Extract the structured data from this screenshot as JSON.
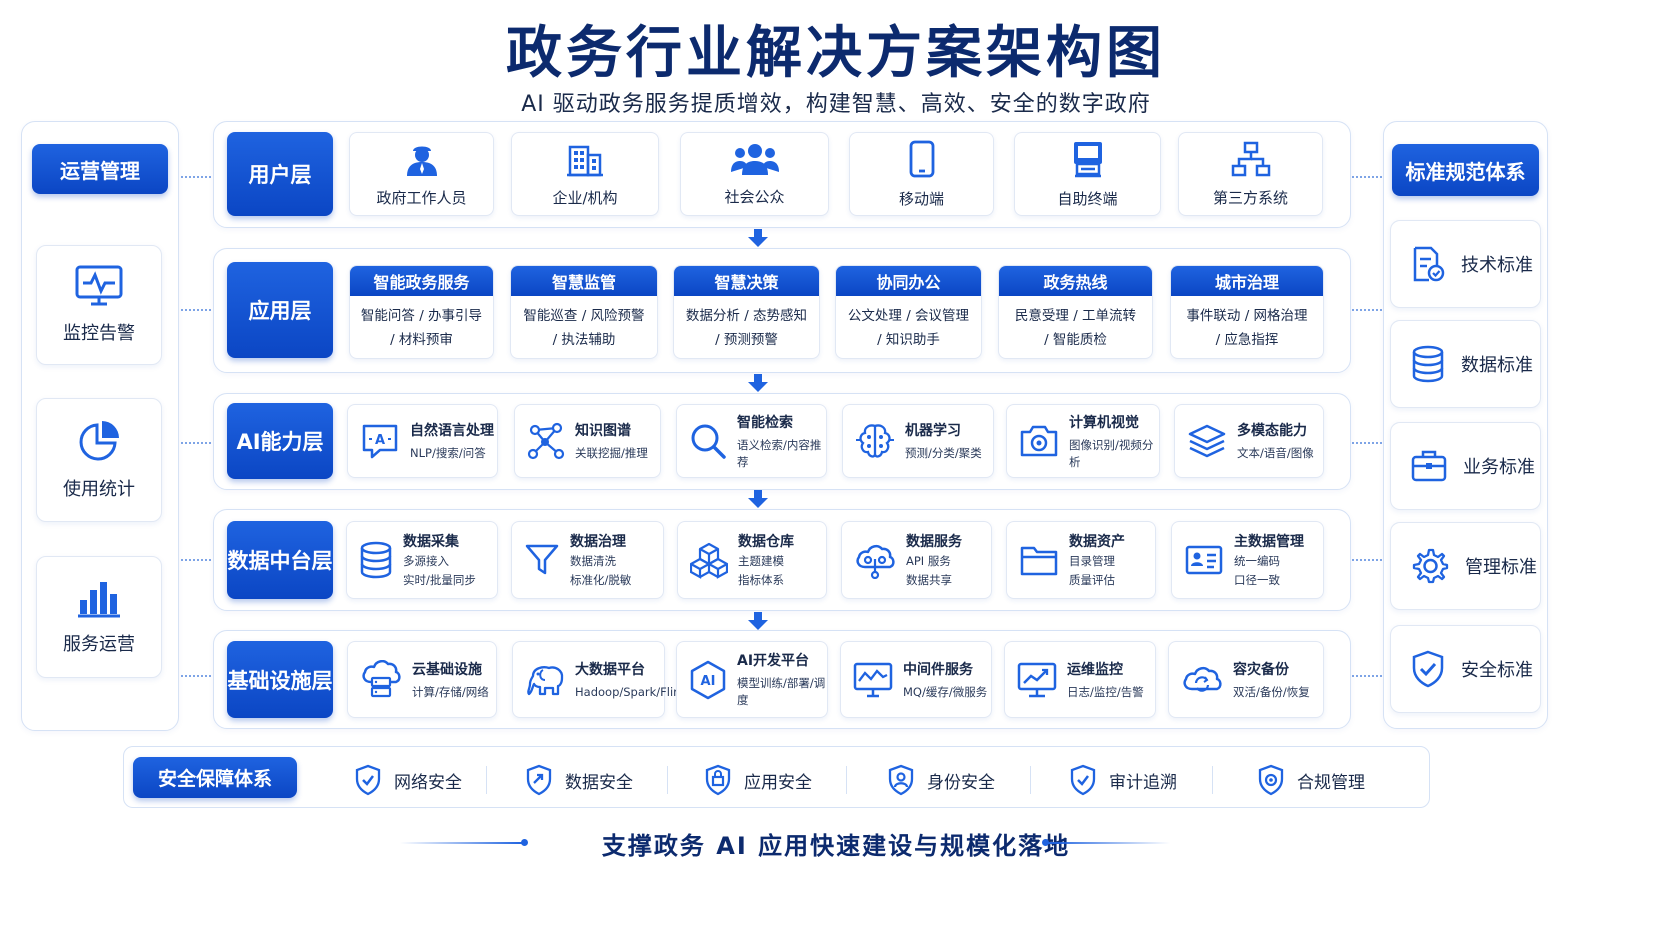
{
  "title": "政务行业解决方案架构图",
  "subtitle": "AI 驱动政务服务提质增效，构建智慧、高效、安全的数字政府",
  "left_panel": {
    "header": "运营管理",
    "items": [
      {
        "label": "监控告警",
        "icon": "monitor-pulse-icon"
      },
      {
        "label": "使用统计",
        "icon": "pie-chart-icon"
      },
      {
        "label": "服务运营",
        "icon": "bar-chart-icon"
      }
    ]
  },
  "right_panel": {
    "header": "标准规范体系",
    "items": [
      {
        "label": "技术标准",
        "icon": "document-check-icon"
      },
      {
        "label": "数据标准",
        "icon": "database-icon"
      },
      {
        "label": "业务标准",
        "icon": "briefcase-icon"
      },
      {
        "label": "管理标准",
        "icon": "gear-icon"
      },
      {
        "label": "安全标准",
        "icon": "shield-check-icon"
      }
    ]
  },
  "layers": {
    "user": {
      "label": "用户层",
      "items": [
        {
          "label": "政府工作人员",
          "icon": "officer-icon"
        },
        {
          "label": "企业/机构",
          "icon": "building-icon"
        },
        {
          "label": "社会公众",
          "icon": "people-icon"
        },
        {
          "label": "移动端",
          "icon": "mobile-icon"
        },
        {
          "label": "自助终端",
          "icon": "kiosk-icon"
        },
        {
          "label": "第三方系统",
          "icon": "network-tree-icon"
        }
      ]
    },
    "app": {
      "label": "应用层",
      "items": [
        {
          "title": "智能政务服务",
          "line1": "智能问答 / 办事引导",
          "line2": "/ 材料预审"
        },
        {
          "title": "智慧监管",
          "line1": "智能巡查 / 风险预警",
          "line2": "/ 执法辅助"
        },
        {
          "title": "智慧决策",
          "line1": "数据分析 / 态势感知",
          "line2": "/ 预测预警"
        },
        {
          "title": "协同办公",
          "line1": "公文处理 / 会议管理",
          "line2": "/ 知识助手"
        },
        {
          "title": "政务热线",
          "line1": "民意受理 / 工单流转",
          "line2": "/ 智能质检"
        },
        {
          "title": "城市治理",
          "line1": "事件联动 / 网格治理",
          "line2": "/ 应急指挥"
        }
      ]
    },
    "ai": {
      "label": "AI能力层",
      "items": [
        {
          "title": "自然语言处理",
          "sub": "NLP/搜索/问答",
          "icon": "nlp-chat-icon"
        },
        {
          "title": "知识图谱",
          "sub": "关联挖掘/推理",
          "icon": "graph-nodes-icon"
        },
        {
          "title": "智能检索",
          "sub": "语义检索/内容推荐",
          "icon": "search-icon"
        },
        {
          "title": "机器学习",
          "sub": "预测/分类/聚类",
          "icon": "brain-circuit-icon"
        },
        {
          "title": "计算机视觉",
          "sub": "图像识别/视频分析",
          "icon": "camera-icon"
        },
        {
          "title": "多模态能力",
          "sub": "文本/语音/图像",
          "icon": "layers-icon"
        }
      ]
    },
    "data": {
      "label": "数据中台层",
      "items": [
        {
          "title": "数据采集",
          "sub1": "多源接入",
          "sub2": "实时/批量同步",
          "icon": "database-icon"
        },
        {
          "title": "数据治理",
          "sub1": "数据清洗",
          "sub2": "标准化/脱敏",
          "icon": "filter-icon"
        },
        {
          "title": "数据仓库",
          "sub1": "主题建模",
          "sub2": "指标体系",
          "icon": "cubes-icon"
        },
        {
          "title": "数据服务",
          "sub1": "API 服务",
          "sub2": "数据共享",
          "icon": "cloud-share-icon"
        },
        {
          "title": "数据资产",
          "sub1": "目录管理",
          "sub2": "质量评估",
          "icon": "folder-icon"
        },
        {
          "title": "主数据管理",
          "sub1": "统一编码",
          "sub2": "口径一致",
          "icon": "id-card-icon"
        }
      ]
    },
    "infra": {
      "label": "基础设施层",
      "items": [
        {
          "title": "云基础设施",
          "sub": "计算/存储/网络",
          "icon": "cloud-server-icon"
        },
        {
          "title": "大数据平台",
          "sub": "Hadoop/Spark/Flink",
          "icon": "elephant-icon"
        },
        {
          "title": "AI开发平台",
          "sub": "模型训练/部署/调度",
          "icon": "ai-hexagon-icon"
        },
        {
          "title": "中间件服务",
          "sub": "MQ/缓存/微服务",
          "icon": "monitor-wave-icon"
        },
        {
          "title": "运维监控",
          "sub": "日志/监控/告警",
          "icon": "monitor-chart-icon"
        },
        {
          "title": "容灾备份",
          "sub": "双活/备份/恢复",
          "icon": "cloud-sync-icon"
        }
      ]
    }
  },
  "security": {
    "header": "安全保障体系",
    "items": [
      {
        "label": "网络安全",
        "icon": "shield-network-icon"
      },
      {
        "label": "数据安全",
        "icon": "shield-data-icon"
      },
      {
        "label": "应用安全",
        "icon": "shield-app-icon"
      },
      {
        "label": "身份安全",
        "icon": "shield-user-icon"
      },
      {
        "label": "审计追溯",
        "icon": "shield-audit-icon"
      },
      {
        "label": "合规管理",
        "icon": "shield-compliance-icon"
      }
    ]
  },
  "footer": "支撑政务 AI 应用快速建设与规模化落地",
  "colors": {
    "primary": "#0b46c4",
    "accent": "#1f63e0",
    "title": "#0c2a6e",
    "border": "#d6e2f5"
  }
}
